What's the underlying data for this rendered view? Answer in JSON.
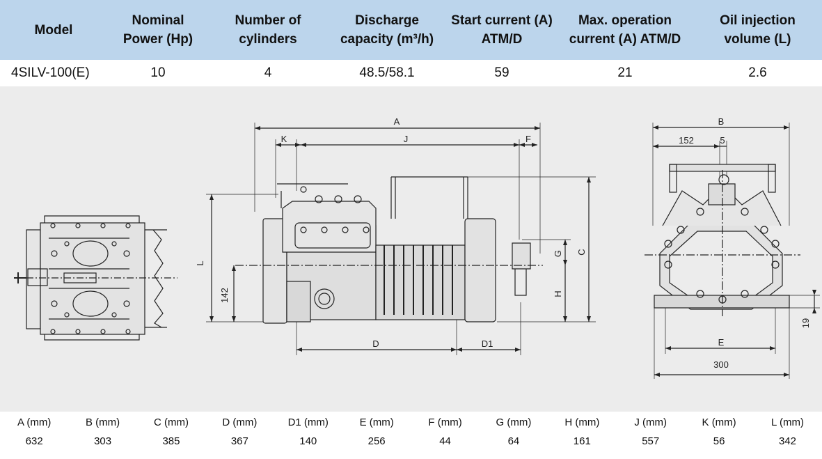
{
  "spec_table": {
    "headers": [
      "Model",
      "Nominal\nPower (Hp)",
      "Number of\ncylinders",
      "Discharge\ncapacity (m³/h)",
      "Start current (A)\nATM/D",
      "Max. operation\ncurrent (A) ATM/D",
      "Oil injection\nvolume (L)"
    ],
    "row": [
      "4SILV-100(E)",
      "10",
      "4",
      "48.5/58.1",
      "59",
      "21",
      "2.6"
    ]
  },
  "drawing": {
    "side_labels": {
      "A": "A",
      "J": "J",
      "K": "K",
      "F": "F",
      "L": "L",
      "C": "C",
      "G": "G",
      "H": "H",
      "D": "D",
      "D1": "D1",
      "h142": "142"
    },
    "front_labels": {
      "B": "B",
      "b152": "152",
      "b5": "5",
      "E": "E",
      "b300": "300",
      "b19": "19"
    }
  },
  "dimension_table": {
    "headers": [
      "A (mm)",
      "B (mm)",
      "C (mm)",
      "D (mm)",
      "D1 (mm)",
      "E (mm)",
      "F (mm)",
      "G (mm)",
      "H (mm)",
      "J (mm)",
      "K (mm)",
      "L (mm)"
    ],
    "values": [
      "632",
      "303",
      "385",
      "367",
      "140",
      "256",
      "44",
      "64",
      "161",
      "557",
      "56",
      "342"
    ]
  }
}
